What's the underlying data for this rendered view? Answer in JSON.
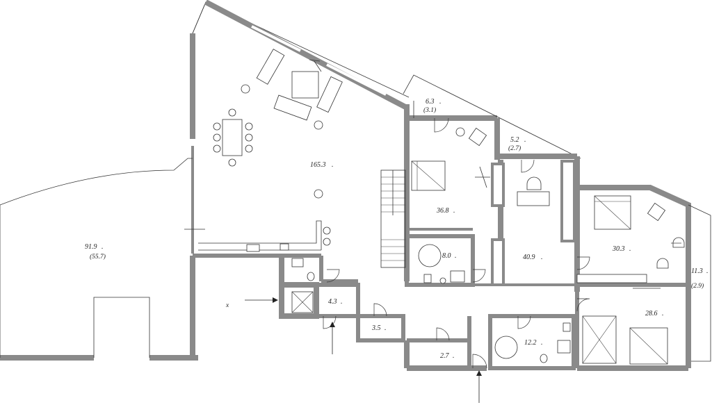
{
  "plan": {
    "rooms": [
      {
        "id": "living",
        "area": "165.3",
        "sub": ""
      },
      {
        "id": "terrace-left",
        "area": "91.9",
        "sub": "(55.7)"
      },
      {
        "id": "bedroom-1",
        "area": "36.8",
        "sub": ""
      },
      {
        "id": "bath-1",
        "area": "8.0",
        "sub": ""
      },
      {
        "id": "hall",
        "area": "40.9",
        "sub": ""
      },
      {
        "id": "balcony-top",
        "area": "6.3",
        "sub": "(3.1)"
      },
      {
        "id": "balcony-mid",
        "area": "5.2",
        "sub": "(2.7)"
      },
      {
        "id": "bedroom-2",
        "area": "30.3",
        "sub": ""
      },
      {
        "id": "balcony-right",
        "area": "11.3",
        "sub": "(2.9)"
      },
      {
        "id": "bedroom-3",
        "area": "28.6",
        "sub": ""
      },
      {
        "id": "bath-2",
        "area": "12.2",
        "sub": ""
      },
      {
        "id": "wc",
        "area": "4.3",
        "sub": ""
      },
      {
        "id": "storage-1",
        "area": "3.5",
        "sub": ""
      },
      {
        "id": "storage-2",
        "area": "2.7",
        "sub": ""
      }
    ],
    "marker_x": "x",
    "dot": "."
  },
  "colors": {
    "wall": "#8a8a8a",
    "line": "#333333",
    "background": "#ffffff"
  }
}
